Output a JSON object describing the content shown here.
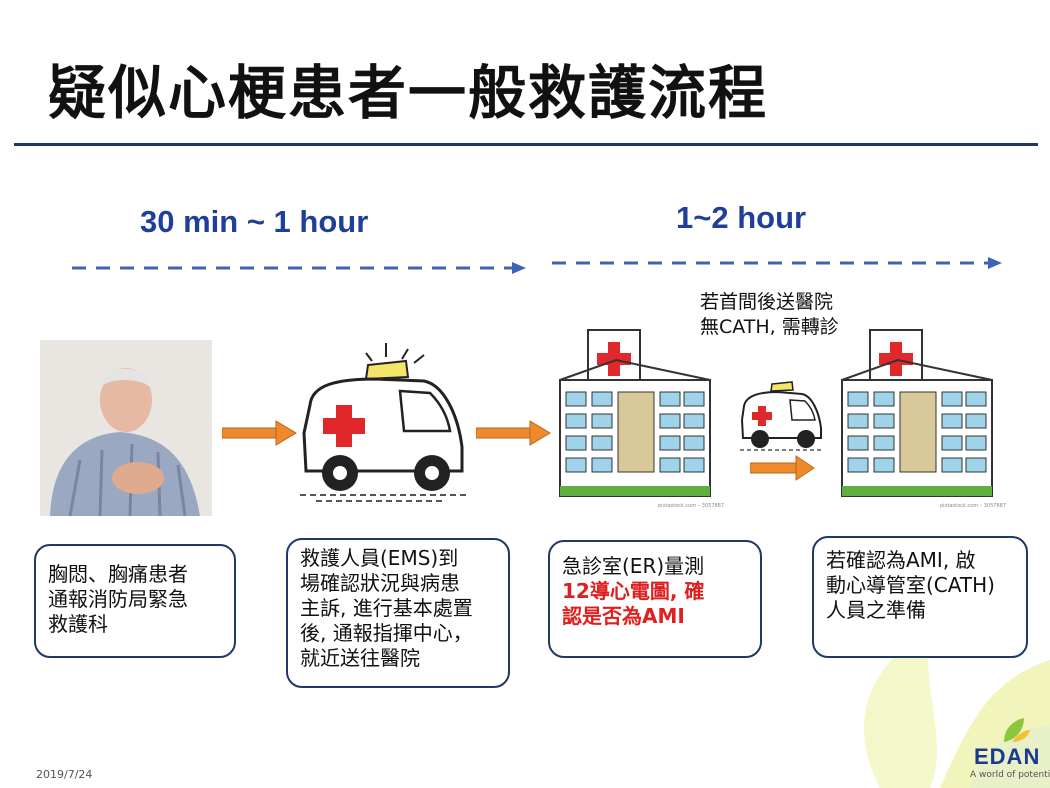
{
  "title": "疑似心梗患者一般救護流程",
  "timeline": {
    "phase1": "30 min ~ 1 hour",
    "phase2": "1~2 hour"
  },
  "transfer_note": {
    "line1": "若首間後送醫院",
    "line2": "無CATH, 需轉診"
  },
  "steps": [
    {
      "lines": [
        "胸悶、胸痛患者",
        "通報消防局緊急",
        "救護科"
      ]
    },
    {
      "lines": [
        "救護人員(EMS)到",
        "場確認狀況與病患",
        "主訴, 進行基本處置",
        "後, 通報指揮中心，",
        "就近送往醫院"
      ]
    },
    {
      "lines": [
        "急診室(ER)量測"
      ],
      "highlight": [
        "12導心電圖, 確",
        "認是否為AMI"
      ]
    },
    {
      "lines": [
        "若確認為AMI, 啟",
        "動心導管室(CATH)",
        "人員之準備"
      ]
    }
  ],
  "image_credit": "pixtastock.com – 3057887",
  "date": "2019/7/24",
  "logo": {
    "name": "EDAN",
    "tagline": "A world of potential"
  },
  "colors": {
    "accent": "#1f3864",
    "time": "#1f3f99",
    "arrow": "#f0892c",
    "highlight": "#e02020",
    "dashed": "#3c64b4"
  },
  "icons": [
    "patient-photo",
    "ambulance-icon",
    "hospital-icon",
    "small-ambulance-icon",
    "hospital-icon",
    "edan-leaf-logo"
  ]
}
